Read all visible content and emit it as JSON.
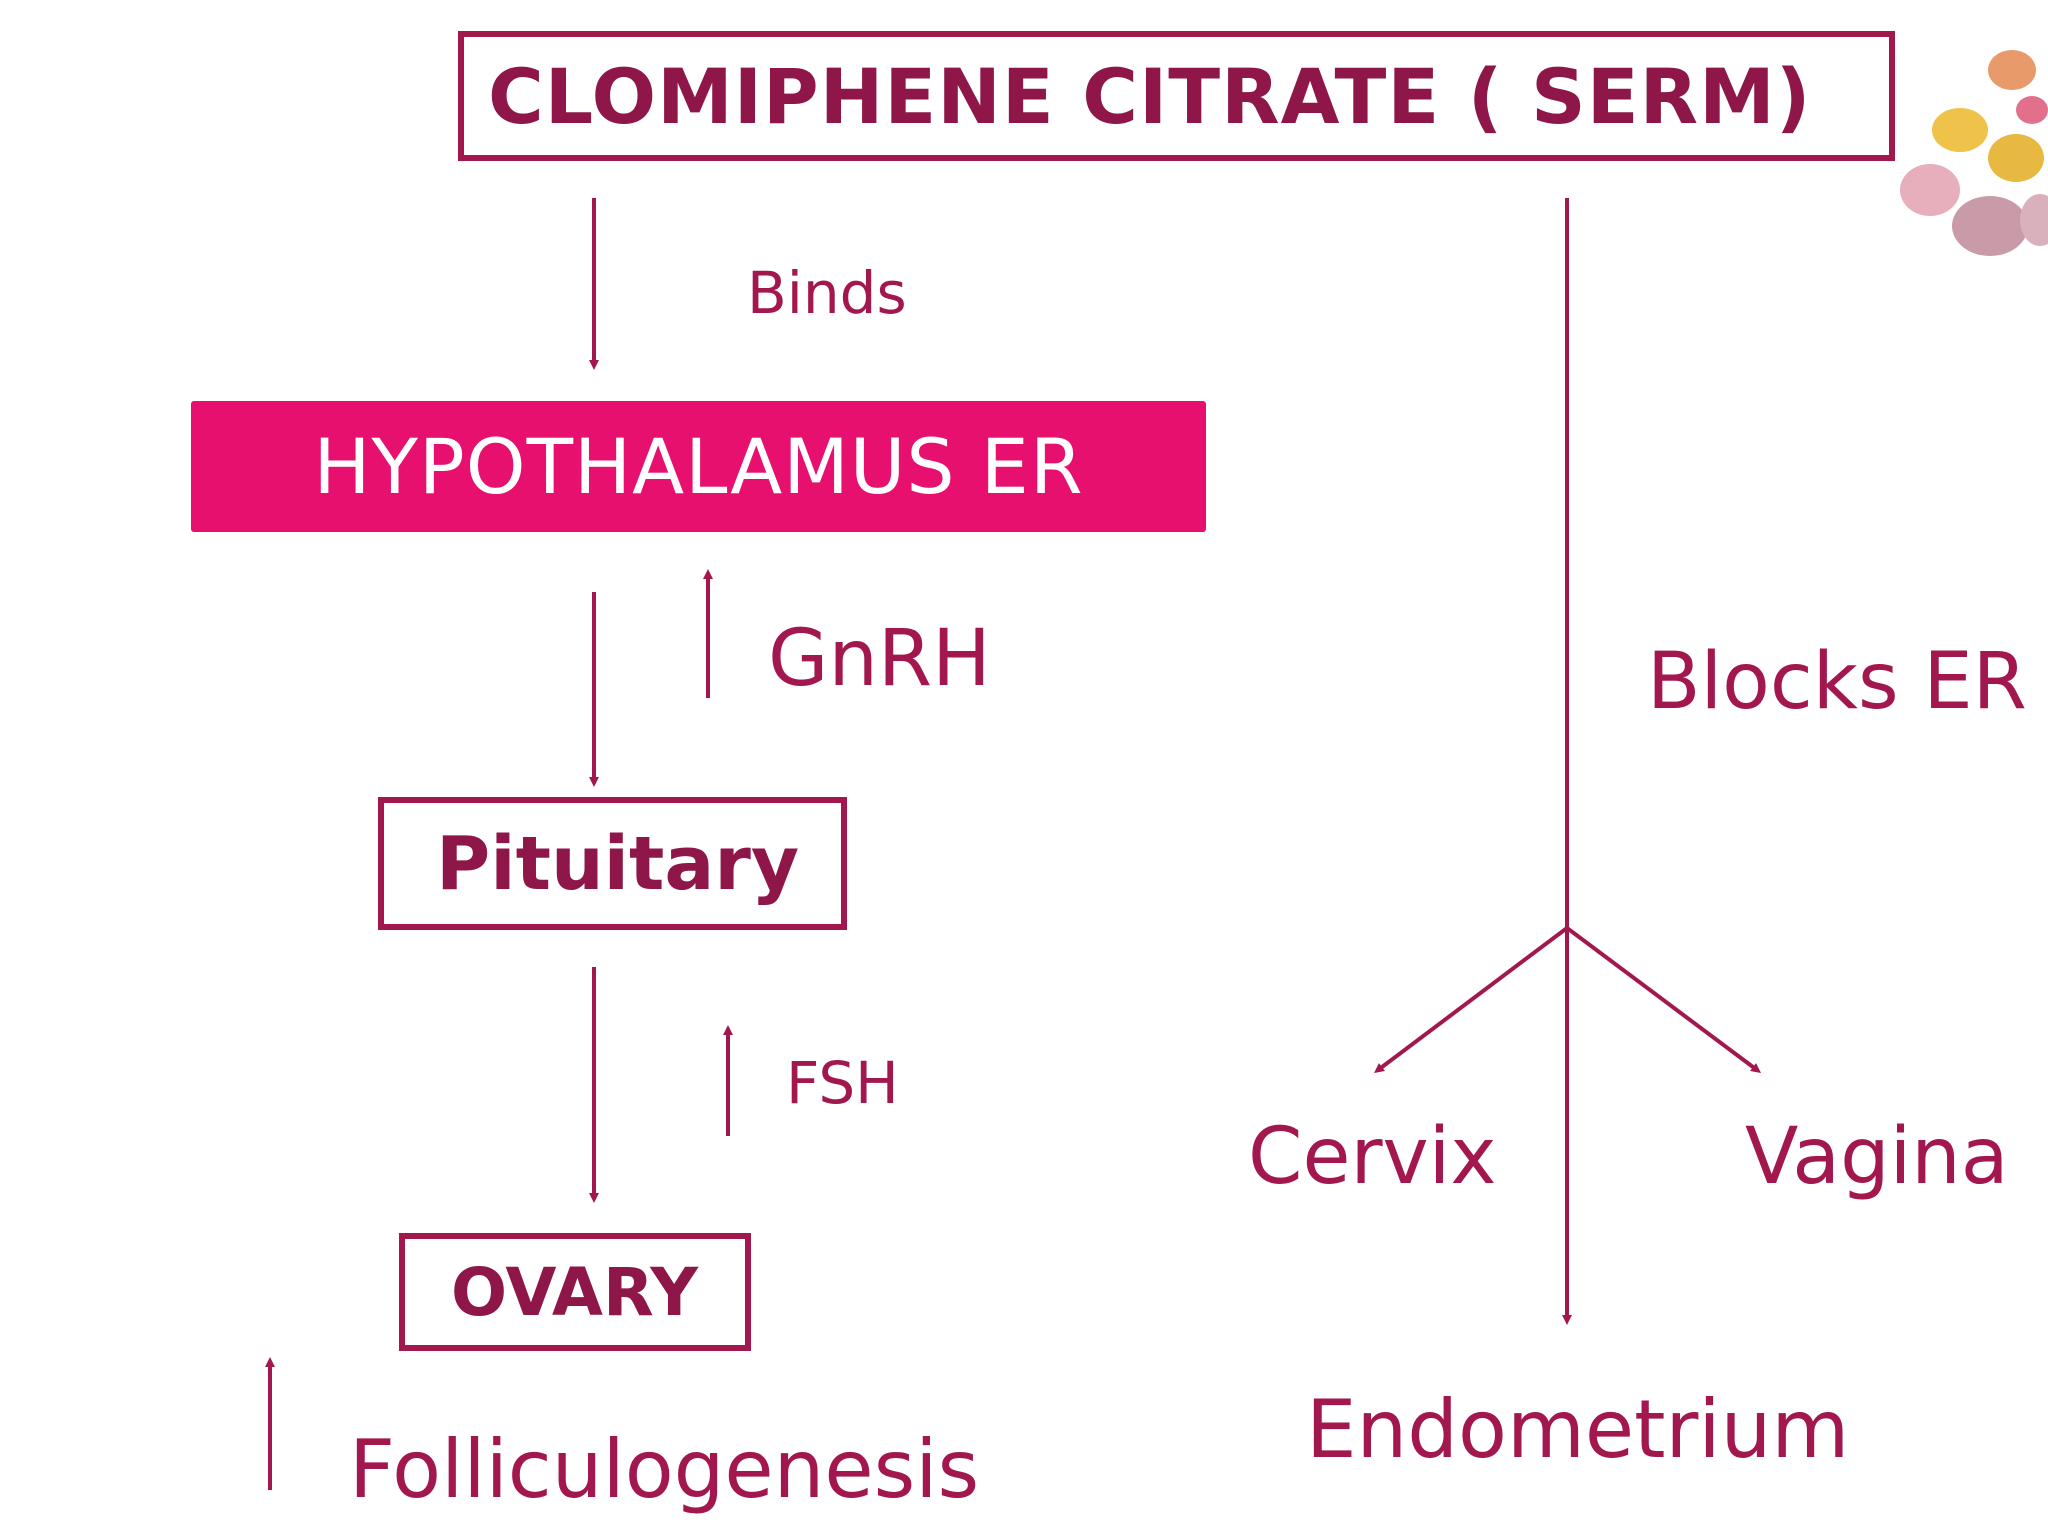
{
  "diagram": {
    "title": "CLOMIPHENE CITRATE ( SERM)",
    "nodes": {
      "hypothalamus": "HYPOTHALAMUS ER",
      "pituitary": "Pituitary",
      "ovary": "OVARY"
    },
    "labels": {
      "binds": "Binds",
      "gnrh": "GnRH",
      "fsh": "FSH",
      "folliculogenesis": "Folliculogenesis",
      "blocks_er": "Blocks ER",
      "cervix": "Cervix",
      "vagina": "Vagina",
      "endometrium": "Endometrium"
    }
  },
  "colors": {
    "accent": "#e8106e",
    "stroke": "#a3174f",
    "text": "#8e1648",
    "background": "#ffffff"
  }
}
